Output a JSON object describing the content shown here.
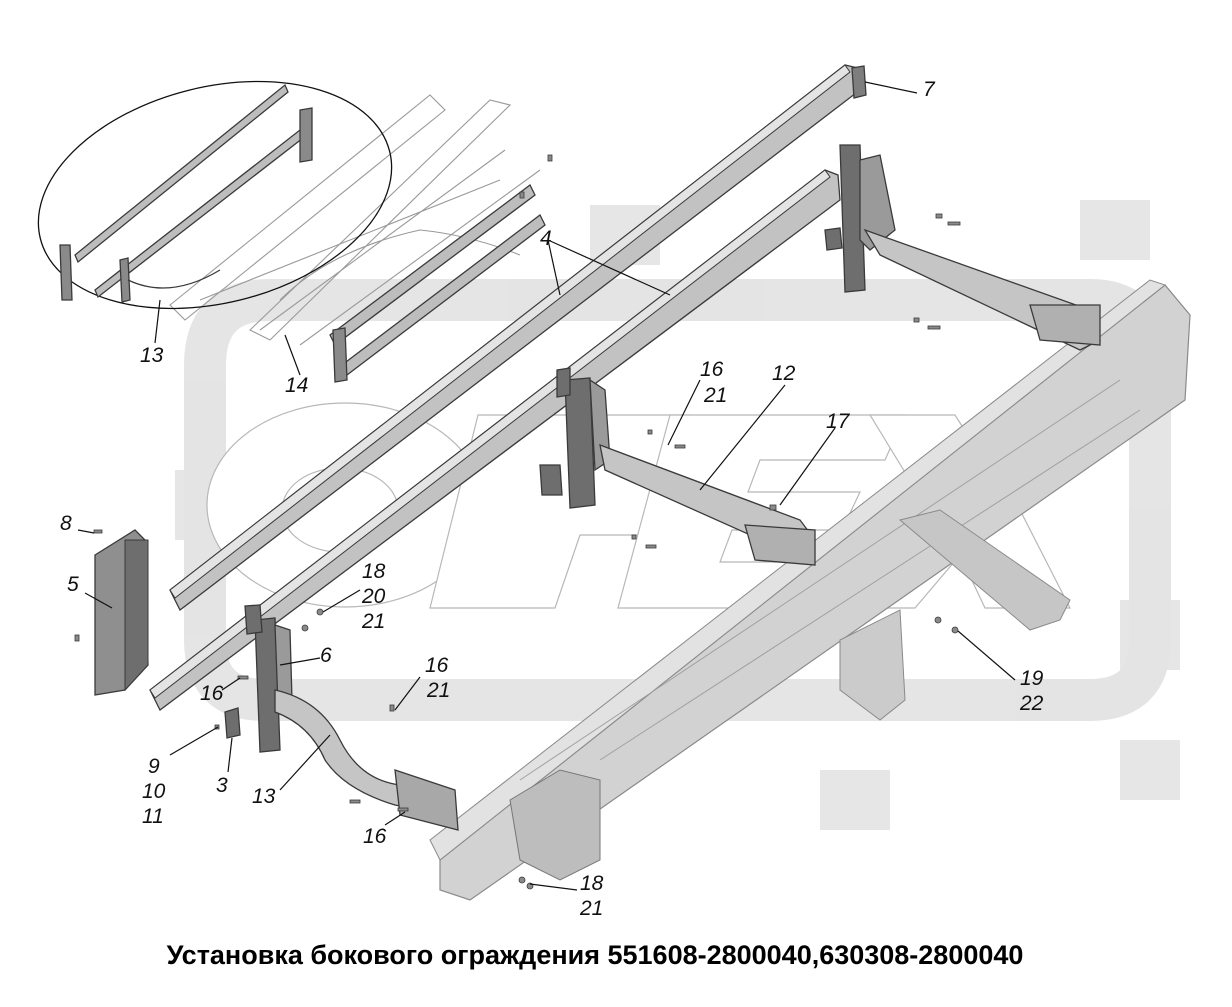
{
  "caption": "Установка бокового ограждения 551608-2800040,630308-2800040",
  "watermark": {
    "letters": "ОРЕХ",
    "icon": "gear-logo-watermark",
    "color": "#d6d6d6"
  },
  "colors": {
    "part_fill": "#b9b9b9",
    "part_dark": "#6e6e6e",
    "frame_fill": "#d0d0d0",
    "line": "#111111"
  },
  "callouts": {
    "c7": "7",
    "c4": "4",
    "c13a": "13",
    "c14": "14",
    "c16a": "16",
    "c21a": "21",
    "c12": "12",
    "c17": "17",
    "c8": "8",
    "c5": "5",
    "c18a": "18",
    "c20": "20",
    "c21b": "21",
    "c6": "6",
    "c16b": "16",
    "c16c": "16",
    "c21c": "21",
    "c9": "9",
    "c10": "10",
    "c11": "11",
    "c3": "3",
    "c13b": "13",
    "c16d": "16",
    "c19": "19",
    "c22": "22",
    "c18b": "18",
    "c21d": "21"
  }
}
